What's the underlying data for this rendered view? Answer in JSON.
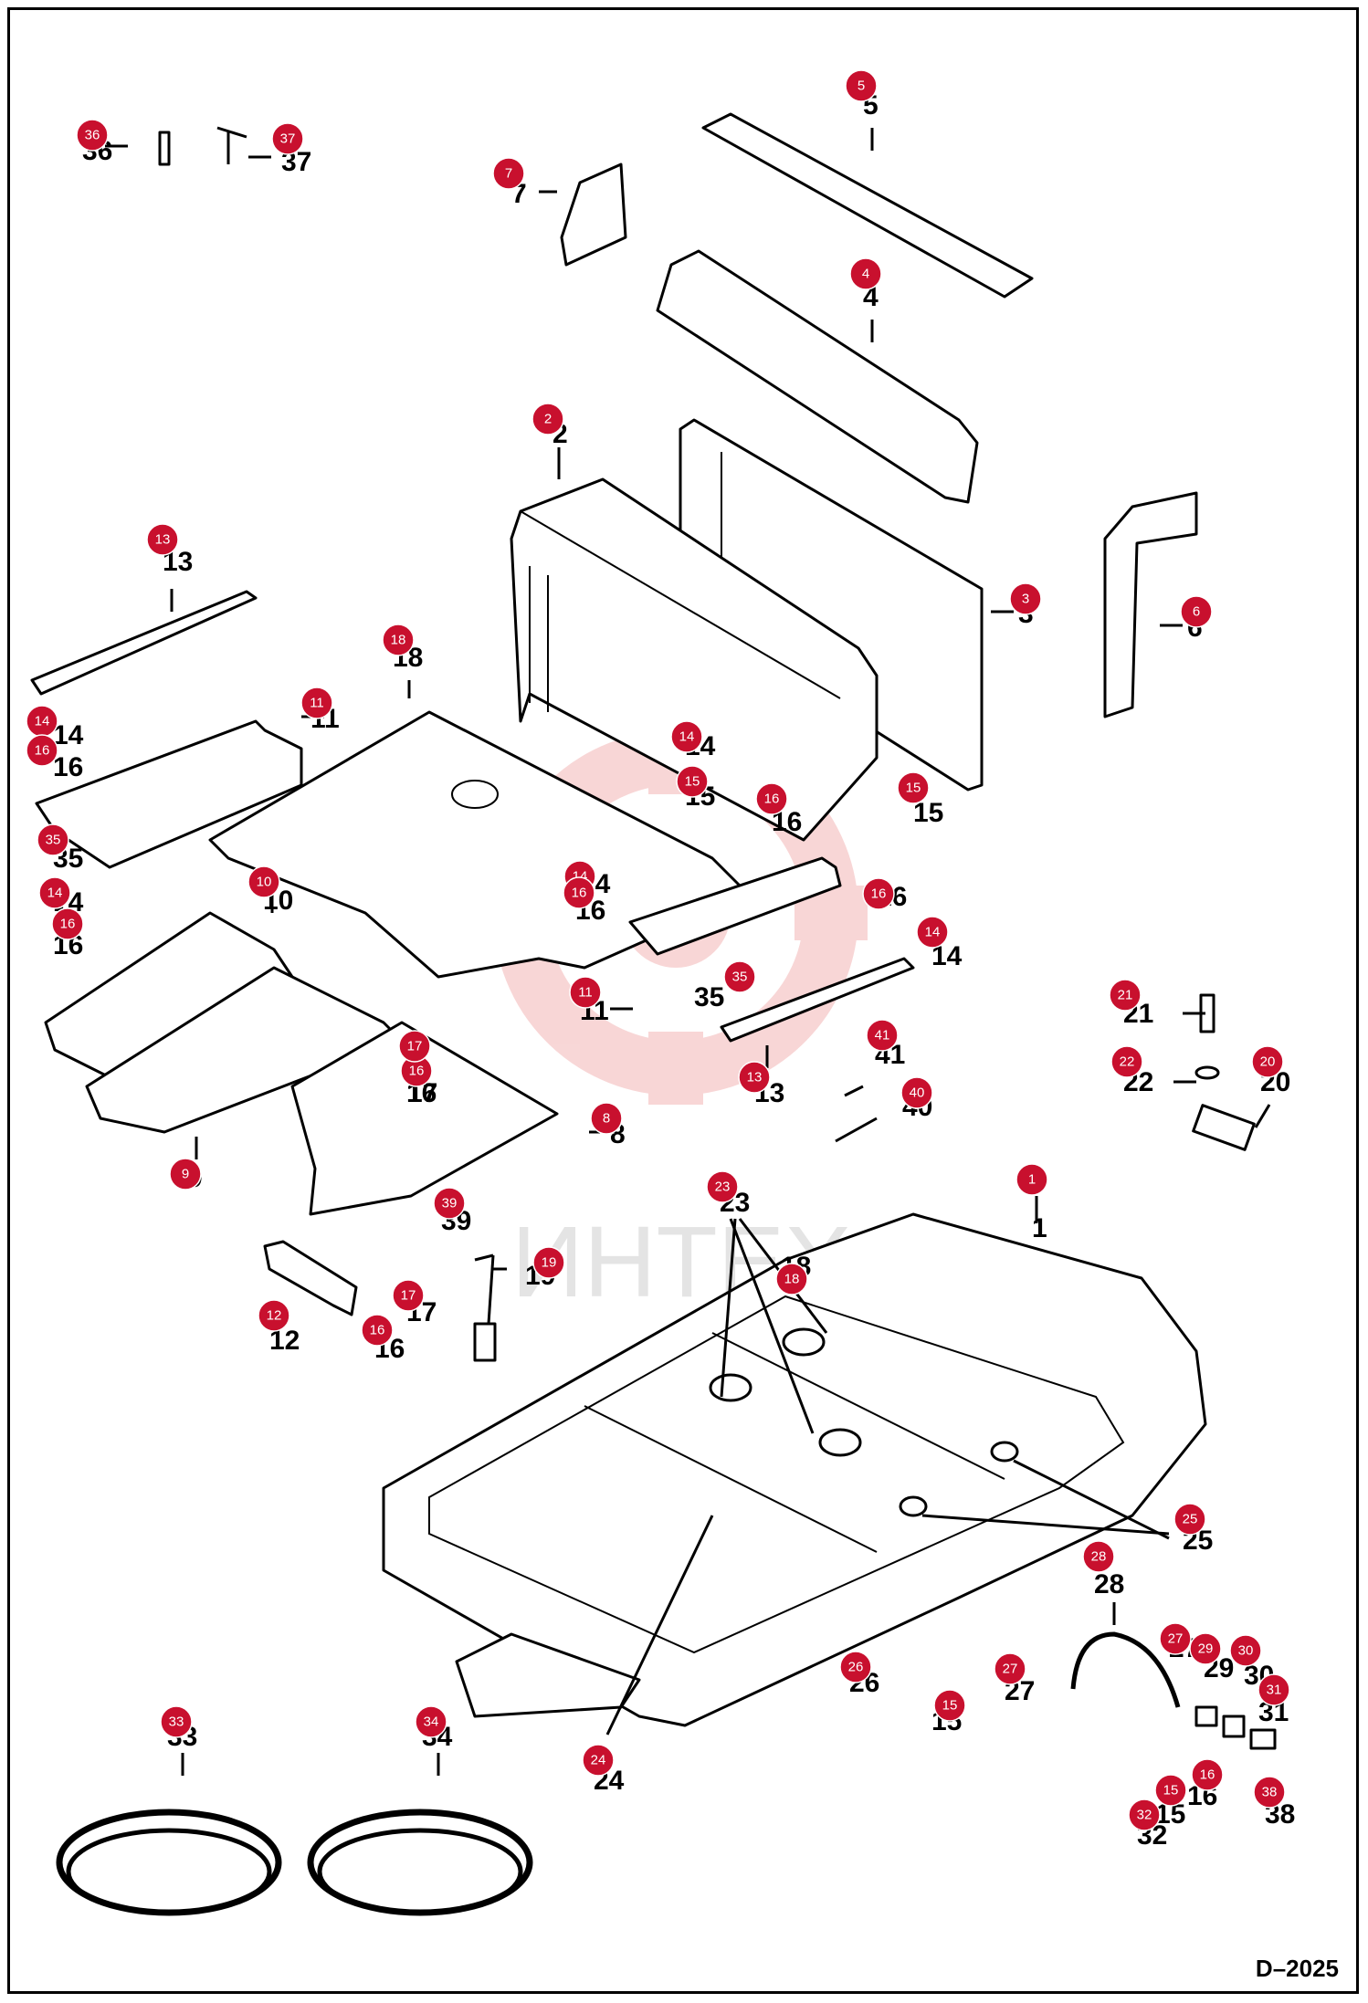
{
  "drawing_number": "D–2025",
  "watermark_text": "ИНТЕХ",
  "colors": {
    "callout": "#c8102e",
    "watermark": "#f3b6b6",
    "lines": "#000000"
  },
  "parts": [
    {
      "num": "1"
    },
    {
      "num": "2"
    },
    {
      "num": "3"
    },
    {
      "num": "4"
    },
    {
      "num": "5"
    },
    {
      "num": "6"
    },
    {
      "num": "7"
    },
    {
      "num": "8"
    },
    {
      "num": "9"
    },
    {
      "num": "10"
    },
    {
      "num": "11"
    },
    {
      "num": "11"
    },
    {
      "num": "12"
    },
    {
      "num": "13"
    },
    {
      "num": "13"
    },
    {
      "num": "14"
    },
    {
      "num": "14"
    },
    {
      "num": "14"
    },
    {
      "num": "14"
    },
    {
      "num": "14"
    },
    {
      "num": "15"
    },
    {
      "num": "15"
    },
    {
      "num": "15"
    },
    {
      "num": "15"
    },
    {
      "num": "16"
    },
    {
      "num": "16"
    },
    {
      "num": "16"
    },
    {
      "num": "16"
    },
    {
      "num": "16"
    },
    {
      "num": "16"
    },
    {
      "num": "16"
    },
    {
      "num": "16"
    },
    {
      "num": "17"
    },
    {
      "num": "17"
    },
    {
      "num": "18"
    },
    {
      "num": "18"
    },
    {
      "num": "19"
    },
    {
      "num": "20"
    },
    {
      "num": "21"
    },
    {
      "num": "22"
    },
    {
      "num": "23"
    },
    {
      "num": "24"
    },
    {
      "num": "25"
    },
    {
      "num": "26"
    },
    {
      "num": "27"
    },
    {
      "num": "27"
    },
    {
      "num": "28"
    },
    {
      "num": "29"
    },
    {
      "num": "30"
    },
    {
      "num": "31"
    },
    {
      "num": "32"
    },
    {
      "num": "33"
    },
    {
      "num": "34"
    },
    {
      "num": "35"
    },
    {
      "num": "35"
    },
    {
      "num": "36"
    },
    {
      "num": "37"
    },
    {
      "num": "38"
    },
    {
      "num": "39"
    },
    {
      "num": "40"
    },
    {
      "num": "41"
    }
  ]
}
